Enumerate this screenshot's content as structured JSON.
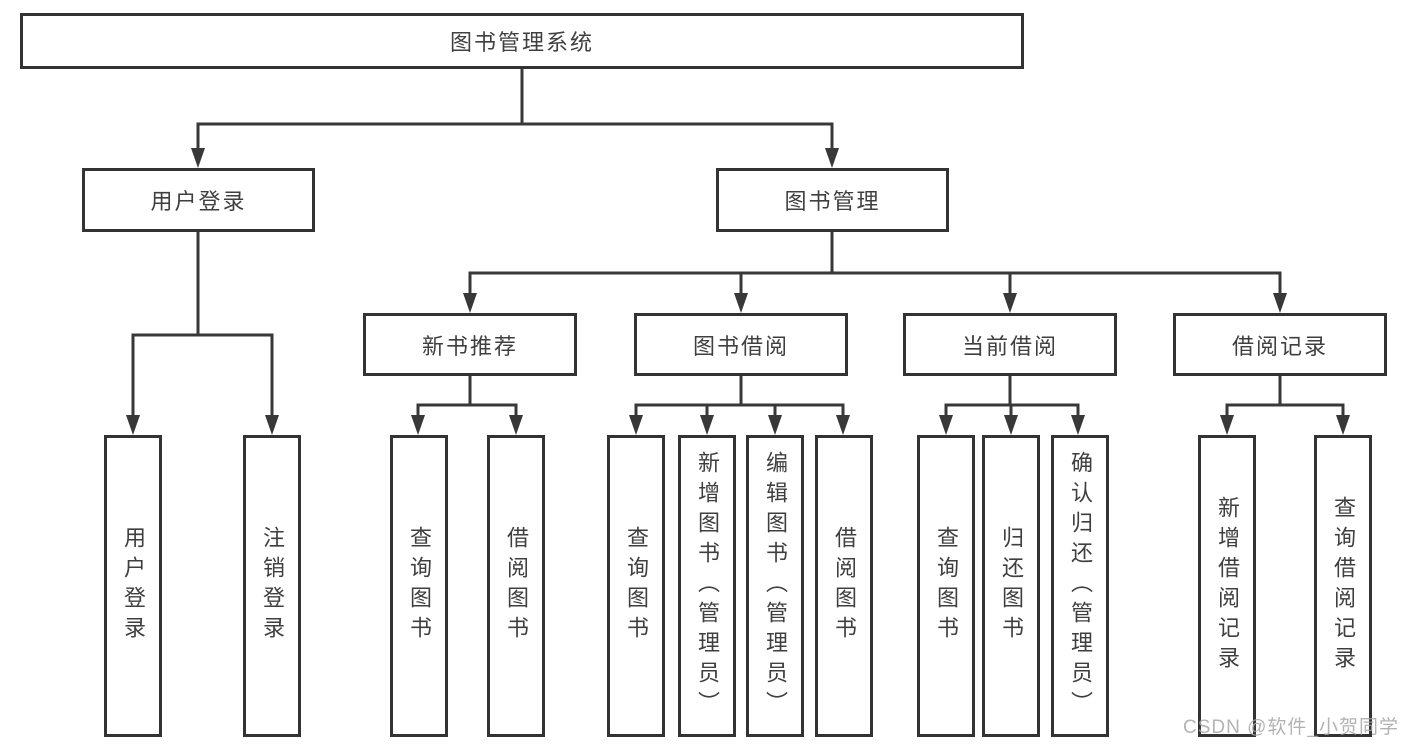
{
  "diagram_type": "functional-structure-tree",
  "colors": {
    "background": "#ffffff",
    "box_border": "#333333",
    "connector_line": "#383838",
    "text": "#3f3f3f",
    "watermark": "#a6a6a6"
  },
  "tree": {
    "label": "图书管理系统",
    "children": [
      {
        "label": "用户登录",
        "children": [
          {
            "label": "用户登录"
          },
          {
            "label": "注销登录"
          }
        ]
      },
      {
        "label": "图书管理",
        "children": [
          {
            "label": "新书推荐",
            "children": [
              {
                "label": "查询图书"
              },
              {
                "label": "借阅图书"
              }
            ]
          },
          {
            "label": "图书借阅",
            "children": [
              {
                "label": "查询图书"
              },
              {
                "label": "新增图书（管理员）"
              },
              {
                "label": "编辑图书（管理员）"
              },
              {
                "label": "借阅图书"
              }
            ]
          },
          {
            "label": "当前借阅",
            "children": [
              {
                "label": "查询图书"
              },
              {
                "label": "归还图书"
              },
              {
                "label": "确认归还（管理员）"
              }
            ]
          },
          {
            "label": "借阅记录",
            "children": [
              {
                "label": "新增借阅记录"
              },
              {
                "label": "查询借阅记录"
              }
            ]
          }
        ]
      }
    ]
  },
  "watermark": {
    "text": "CSDN @软件_小贺同学"
  }
}
